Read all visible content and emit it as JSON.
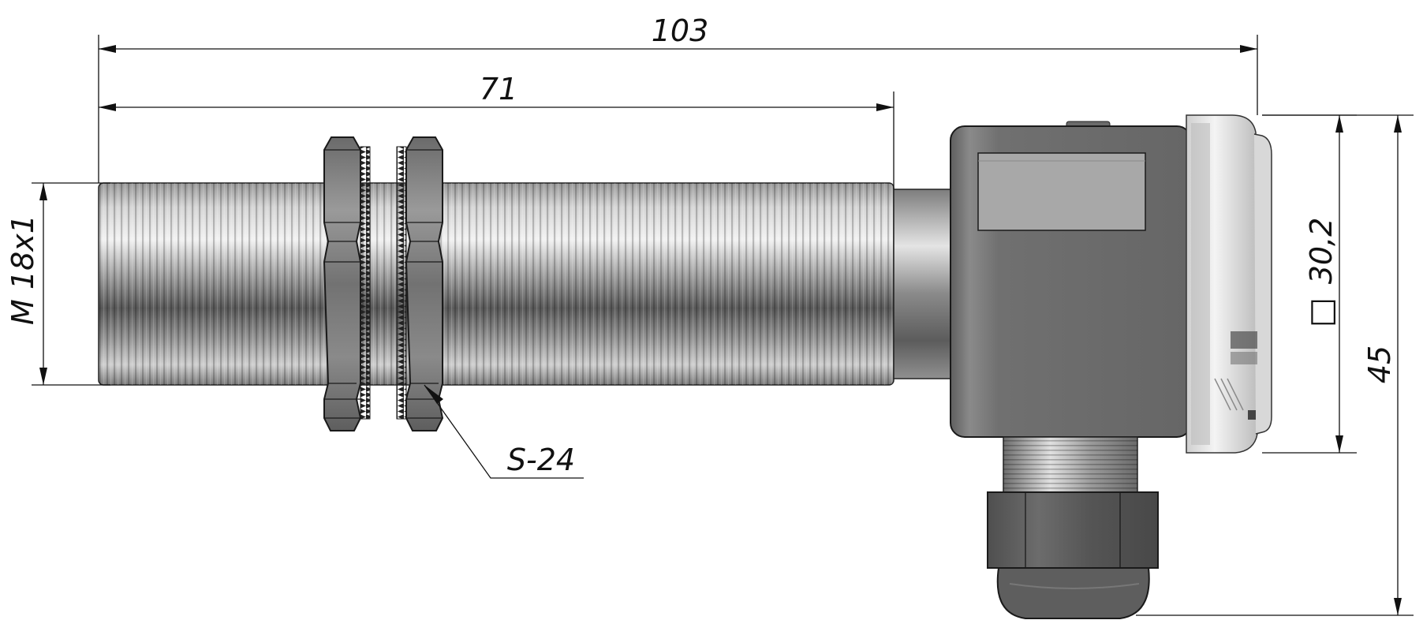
{
  "dimensions": {
    "overall_length": "103",
    "thread_length": "71",
    "thread": "M 18x1",
    "wrench_size": "S-24",
    "housing_square_symbol": "□",
    "housing_square": "30,2",
    "overall_height": "45"
  },
  "colors": {
    "line": "#111111",
    "metal_dark": "#555555",
    "metal_light": "#e2e2e2",
    "housing": "#6f6f6f",
    "window": "#a8a8a8"
  }
}
